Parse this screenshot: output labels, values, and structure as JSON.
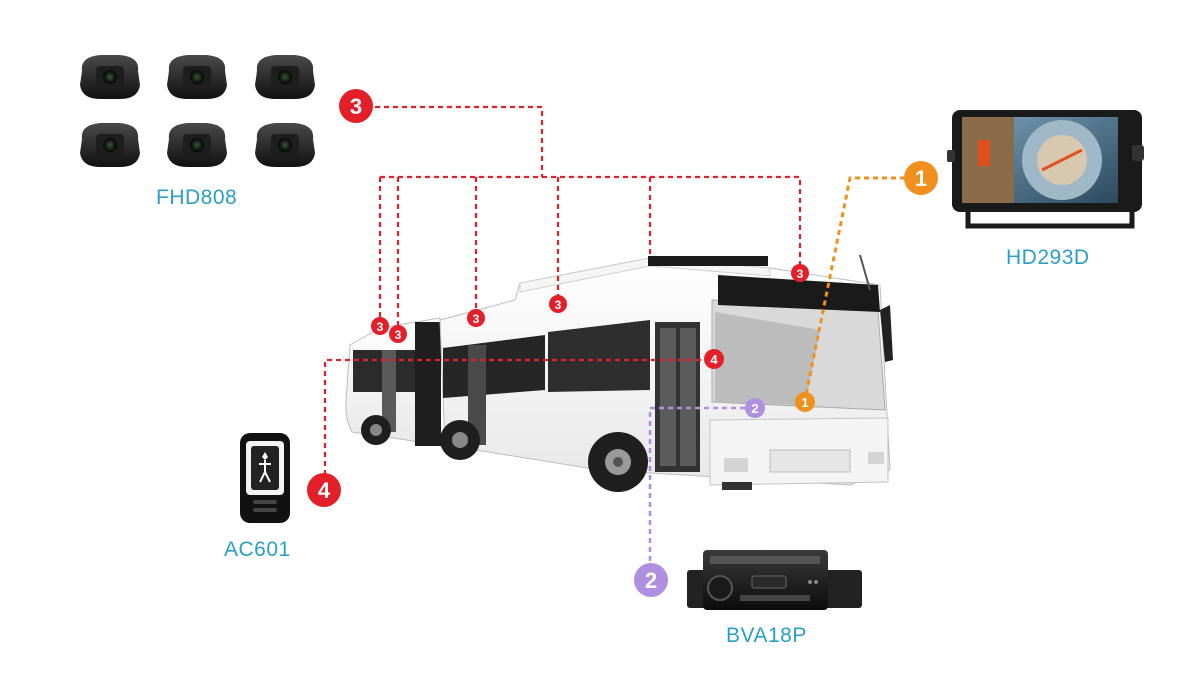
{
  "products": {
    "fhd808": "FHD808",
    "hd293d": "HD293D",
    "ac601": "AC601",
    "bva18p": "BVA18P"
  },
  "markers": {
    "one": "1",
    "two": "2",
    "three": "3",
    "four": "4"
  },
  "colors": {
    "label_text": "#2a9fc4",
    "marker_red": "#e3202a",
    "marker_orange": "#f0901e",
    "marker_purple": "#b08fe0",
    "line_red": "#e3202a",
    "line_orange": "#f0901e",
    "line_purple": "#b08fe0"
  }
}
